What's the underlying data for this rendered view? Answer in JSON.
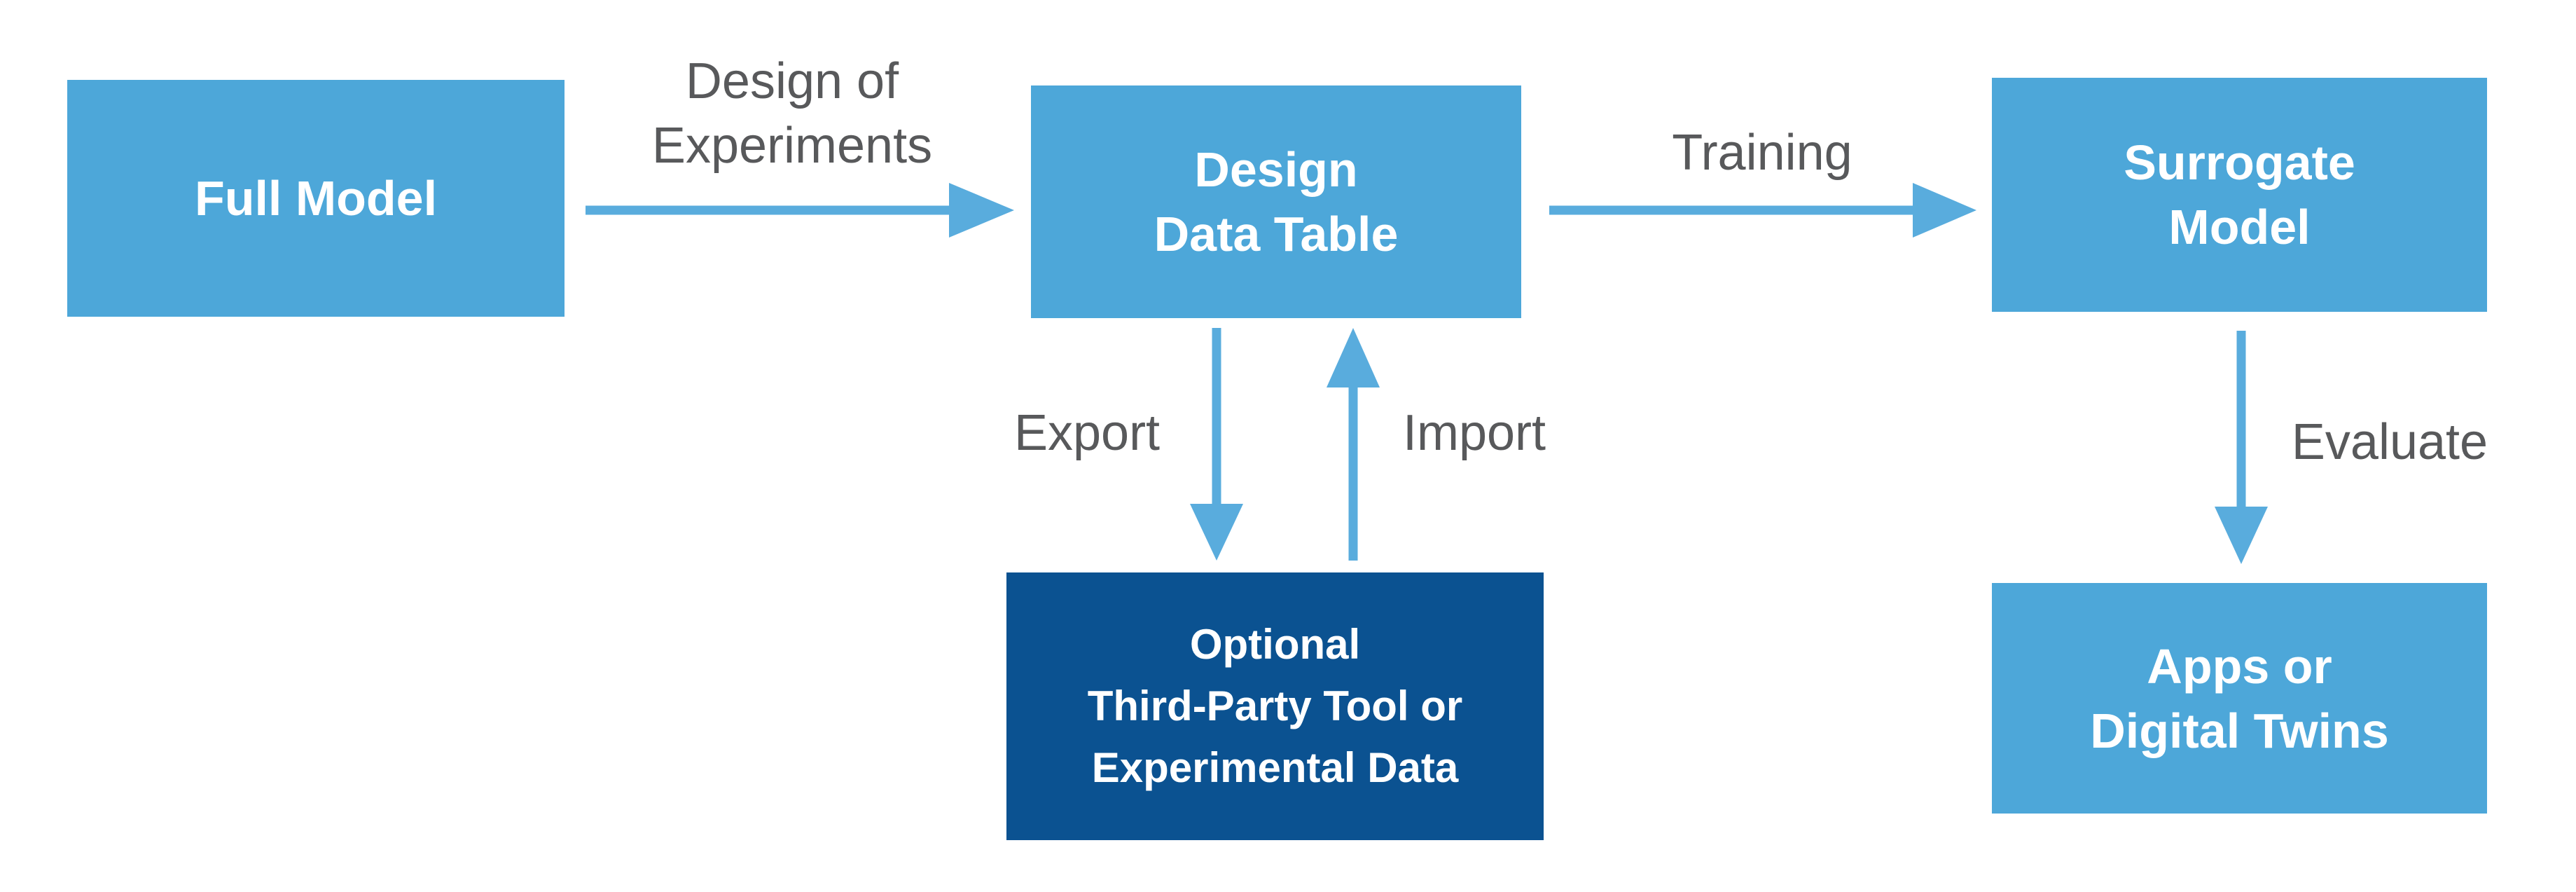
{
  "diagram": {
    "type": "flowchart",
    "colors": {
      "box_light": "#4DA7D9",
      "box_dark": "#0B5291",
      "arrow": "#59ACDD",
      "label_text": "#58595B",
      "box_text": "#FFFFFF",
      "background": "#FFFFFF"
    },
    "nodes": {
      "full_model": {
        "line1": "Full Model"
      },
      "design_data_table": {
        "line1": "Design",
        "line2": "Data Table"
      },
      "surrogate_model": {
        "line1": "Surrogate",
        "line2": "Model"
      },
      "optional_third_party": {
        "line1": "Optional",
        "line2": "Third-Party Tool or",
        "line3": "Experimental Data"
      },
      "apps_digital_twins": {
        "line1": "Apps or",
        "line2": "Digital Twins"
      }
    },
    "edge_labels": {
      "design_of_experiments": {
        "line1": "Design of",
        "line2": "Experiments"
      },
      "training": "Training",
      "export": "Export",
      "import": "Import",
      "evaluate": "Evaluate"
    },
    "edges": [
      {
        "from": "full_model",
        "to": "design_data_table",
        "label": "Design of Experiments",
        "direction": "right"
      },
      {
        "from": "design_data_table",
        "to": "surrogate_model",
        "label": "Training",
        "direction": "right"
      },
      {
        "from": "design_data_table",
        "to": "optional_third_party",
        "label": "Export",
        "direction": "down"
      },
      {
        "from": "optional_third_party",
        "to": "design_data_table",
        "label": "Import",
        "direction": "up"
      },
      {
        "from": "surrogate_model",
        "to": "apps_digital_twins",
        "label": "Evaluate",
        "direction": "down"
      }
    ]
  }
}
